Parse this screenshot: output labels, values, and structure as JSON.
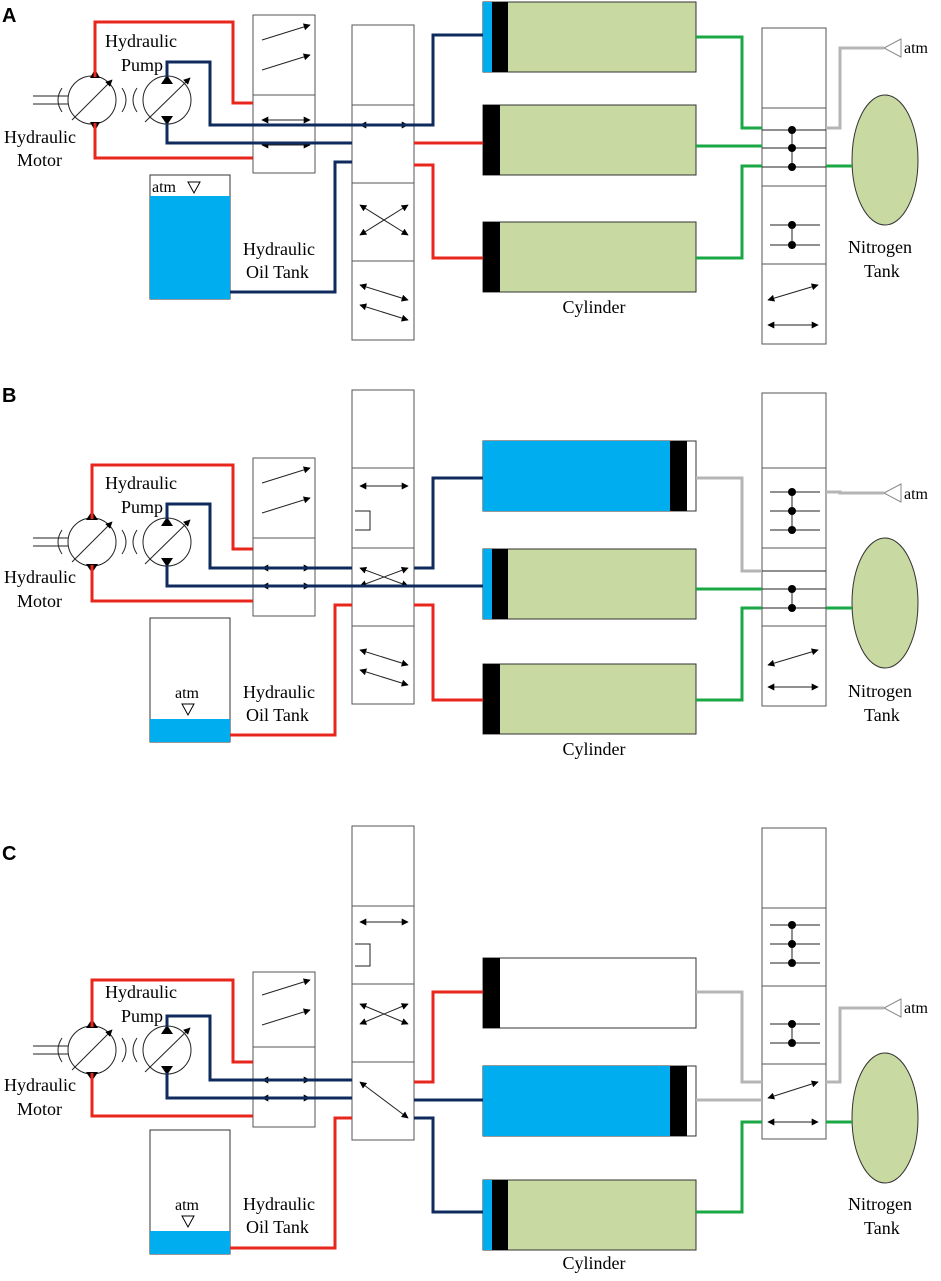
{
  "panels": [
    {
      "label": "A"
    },
    {
      "label": "B"
    },
    {
      "label": "C"
    }
  ],
  "labels": {
    "hydraulic_pump": [
      "Hydraulic",
      "Pump"
    ],
    "hydraulic_motor": [
      "Hydraulic",
      "Motor"
    ],
    "hydraulic_oil_tank": [
      "Hydraulic",
      "Oil Tank"
    ],
    "cylinder": "Cylinder",
    "nitrogen_tank": [
      "Nitrogen",
      "Tank"
    ],
    "atm": "atm"
  },
  "colors": {
    "high_pressure_oil": "#e8261c",
    "low_pressure_oil": "#0f2a5c",
    "nitrogen_line": "#19a845",
    "atmosphere_line": "#b5b5b5",
    "oil_fill": "#00aeef",
    "gas_fill": "#c9d9a2",
    "piston": "#000000"
  }
}
